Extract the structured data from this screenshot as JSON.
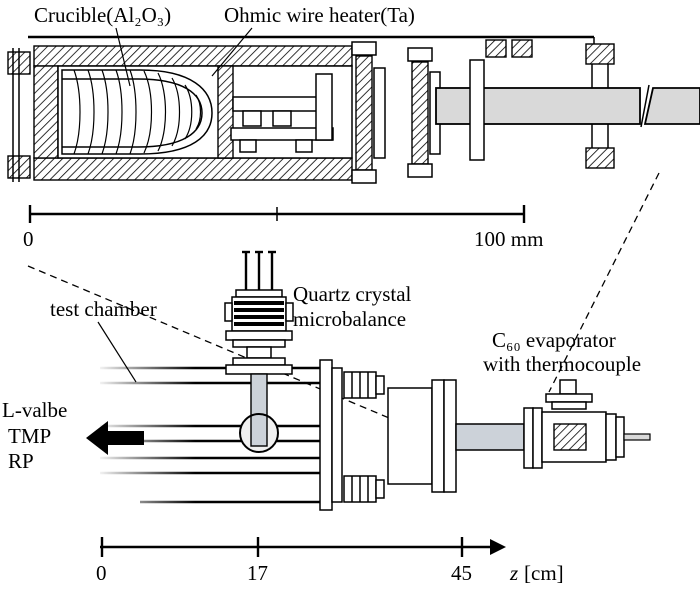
{
  "figure": {
    "cross_section": {
      "label_crucible": "Crucible(Al₂O₃)",
      "label_heater": "Ohmic wire heater(Ta)",
      "scale": {
        "start": "0",
        "end": "100 mm"
      }
    },
    "chamber": {
      "label_test_chamber": "test chamber",
      "qcm_label_line1": "Quartz crystal",
      "qcm_label_line2": "microbalance",
      "evaporator_label_line1": "C₆₀ evaporator",
      "evaporator_label_line2": "with thermocouple",
      "pump_labels": [
        "L-valbe",
        "TMP",
        "RP"
      ]
    },
    "axis": {
      "ticks": [
        "0",
        "17",
        "45"
      ],
      "variable": "z",
      "unit": "[cm]"
    },
    "colors": {
      "ink": "#000000",
      "rod_gray": "#d9d9d9",
      "tube_gray": "#ccd2d9",
      "sensor_fill": "#f0f0f0"
    }
  }
}
